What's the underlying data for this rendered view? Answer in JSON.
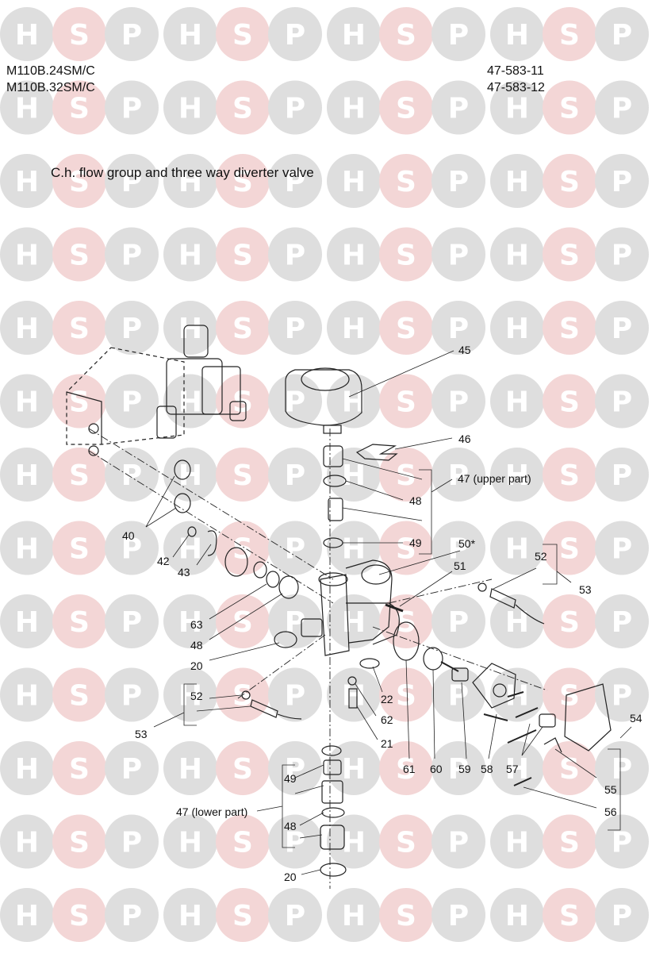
{
  "header": {
    "models": [
      "M110B.24SM/C",
      "M110B.32SM/C"
    ],
    "part_numbers": [
      "47-583-11",
      "47-583-12"
    ]
  },
  "title": "C.h. flow group and three way diverter valve",
  "watermark": {
    "letters": [
      "H",
      "S",
      "P"
    ],
    "colors": {
      "grey": "#dedede",
      "pink": "#f3d6d6"
    }
  },
  "callouts": [
    {
      "id": "45",
      "text": "45"
    },
    {
      "id": "46",
      "text": "46"
    },
    {
      "id": "47u",
      "text": "47 (upper part)"
    },
    {
      "id": "48a",
      "text": "48"
    },
    {
      "id": "49a",
      "text": "49"
    },
    {
      "id": "50",
      "text": "50*"
    },
    {
      "id": "51",
      "text": "51"
    },
    {
      "id": "52a",
      "text": "52"
    },
    {
      "id": "53a",
      "text": "53"
    },
    {
      "id": "40",
      "text": "40"
    },
    {
      "id": "42",
      "text": "42"
    },
    {
      "id": "43",
      "text": "43"
    },
    {
      "id": "63",
      "text": "63"
    },
    {
      "id": "48b",
      "text": "48"
    },
    {
      "id": "20a",
      "text": "20"
    },
    {
      "id": "52b",
      "text": "52"
    },
    {
      "id": "53b",
      "text": "53"
    },
    {
      "id": "22",
      "text": "22"
    },
    {
      "id": "62",
      "text": "62"
    },
    {
      "id": "21",
      "text": "21"
    },
    {
      "id": "61",
      "text": "61"
    },
    {
      "id": "60",
      "text": "60"
    },
    {
      "id": "59",
      "text": "59"
    },
    {
      "id": "58",
      "text": "58"
    },
    {
      "id": "57",
      "text": "57"
    },
    {
      "id": "54",
      "text": "54"
    },
    {
      "id": "55",
      "text": "55"
    },
    {
      "id": "56",
      "text": "56"
    },
    {
      "id": "49b",
      "text": "49"
    },
    {
      "id": "47l",
      "text": "47 (lower part)"
    },
    {
      "id": "48c",
      "text": "48"
    },
    {
      "id": "20b",
      "text": "20"
    }
  ]
}
